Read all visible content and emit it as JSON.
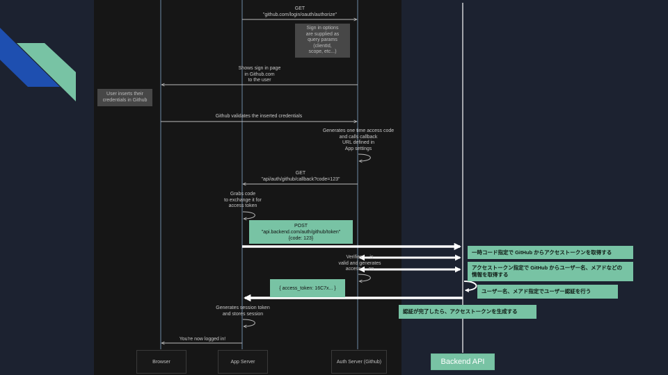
{
  "participants": {
    "browser": "Browser",
    "app_server": "App Server",
    "auth_server": "Auth Server (Github)",
    "backend_api": "Backend API"
  },
  "messages": {
    "get_authorize": "GET\n\"github.com/login/oauth/authorize\"",
    "shows_sign_in": "Shows sign in page\nin Github.com\nto the user",
    "validates": "Github validates the inserted credentials",
    "generates_code": "Generates one time access code\nand calls callback\nURL defined in\nApp settings",
    "get_callback": "GET\n\"api/auth/github/callback?code=123\"",
    "grabs_code": "Grabs code\nto exchange it for\naccess token",
    "verifies": "Verifies … is\nvalid and generates\naccess … en",
    "generates_session": "Generates session token\nand stores session",
    "logged_in": "You're now logged in!"
  },
  "notes": {
    "sign_in_options": "Sign in options\nare supplied as\nquery params\n(clientId,\nscope, etc...)",
    "user_inserts": "User inserts their\ncredentials in Github"
  },
  "green_notes": {
    "post_token": "POST\n\"api.backend.com/auth/github/token\"\n{code: 123}",
    "access_token": "{ access_token: 16C7x... }"
  },
  "callouts": {
    "step1": "一時コード指定で GitHub からアクセストークンを取得する",
    "step2": "アクセストークン指定で GitHub からユーザー名、メアドなどの\n情報を取得する",
    "step3": "ユーザー名、メアド指定でユーザー認証を行う",
    "step4": "認証が完了したら、アクセストークンを生成する"
  },
  "colors": {
    "background": "#1c2230",
    "panel": "#161616",
    "accent_green": "#78c3a4",
    "accent_blue": "#1e4fb0",
    "arrow_white": "#ffffff",
    "lifeline": "#6d8aa6"
  }
}
